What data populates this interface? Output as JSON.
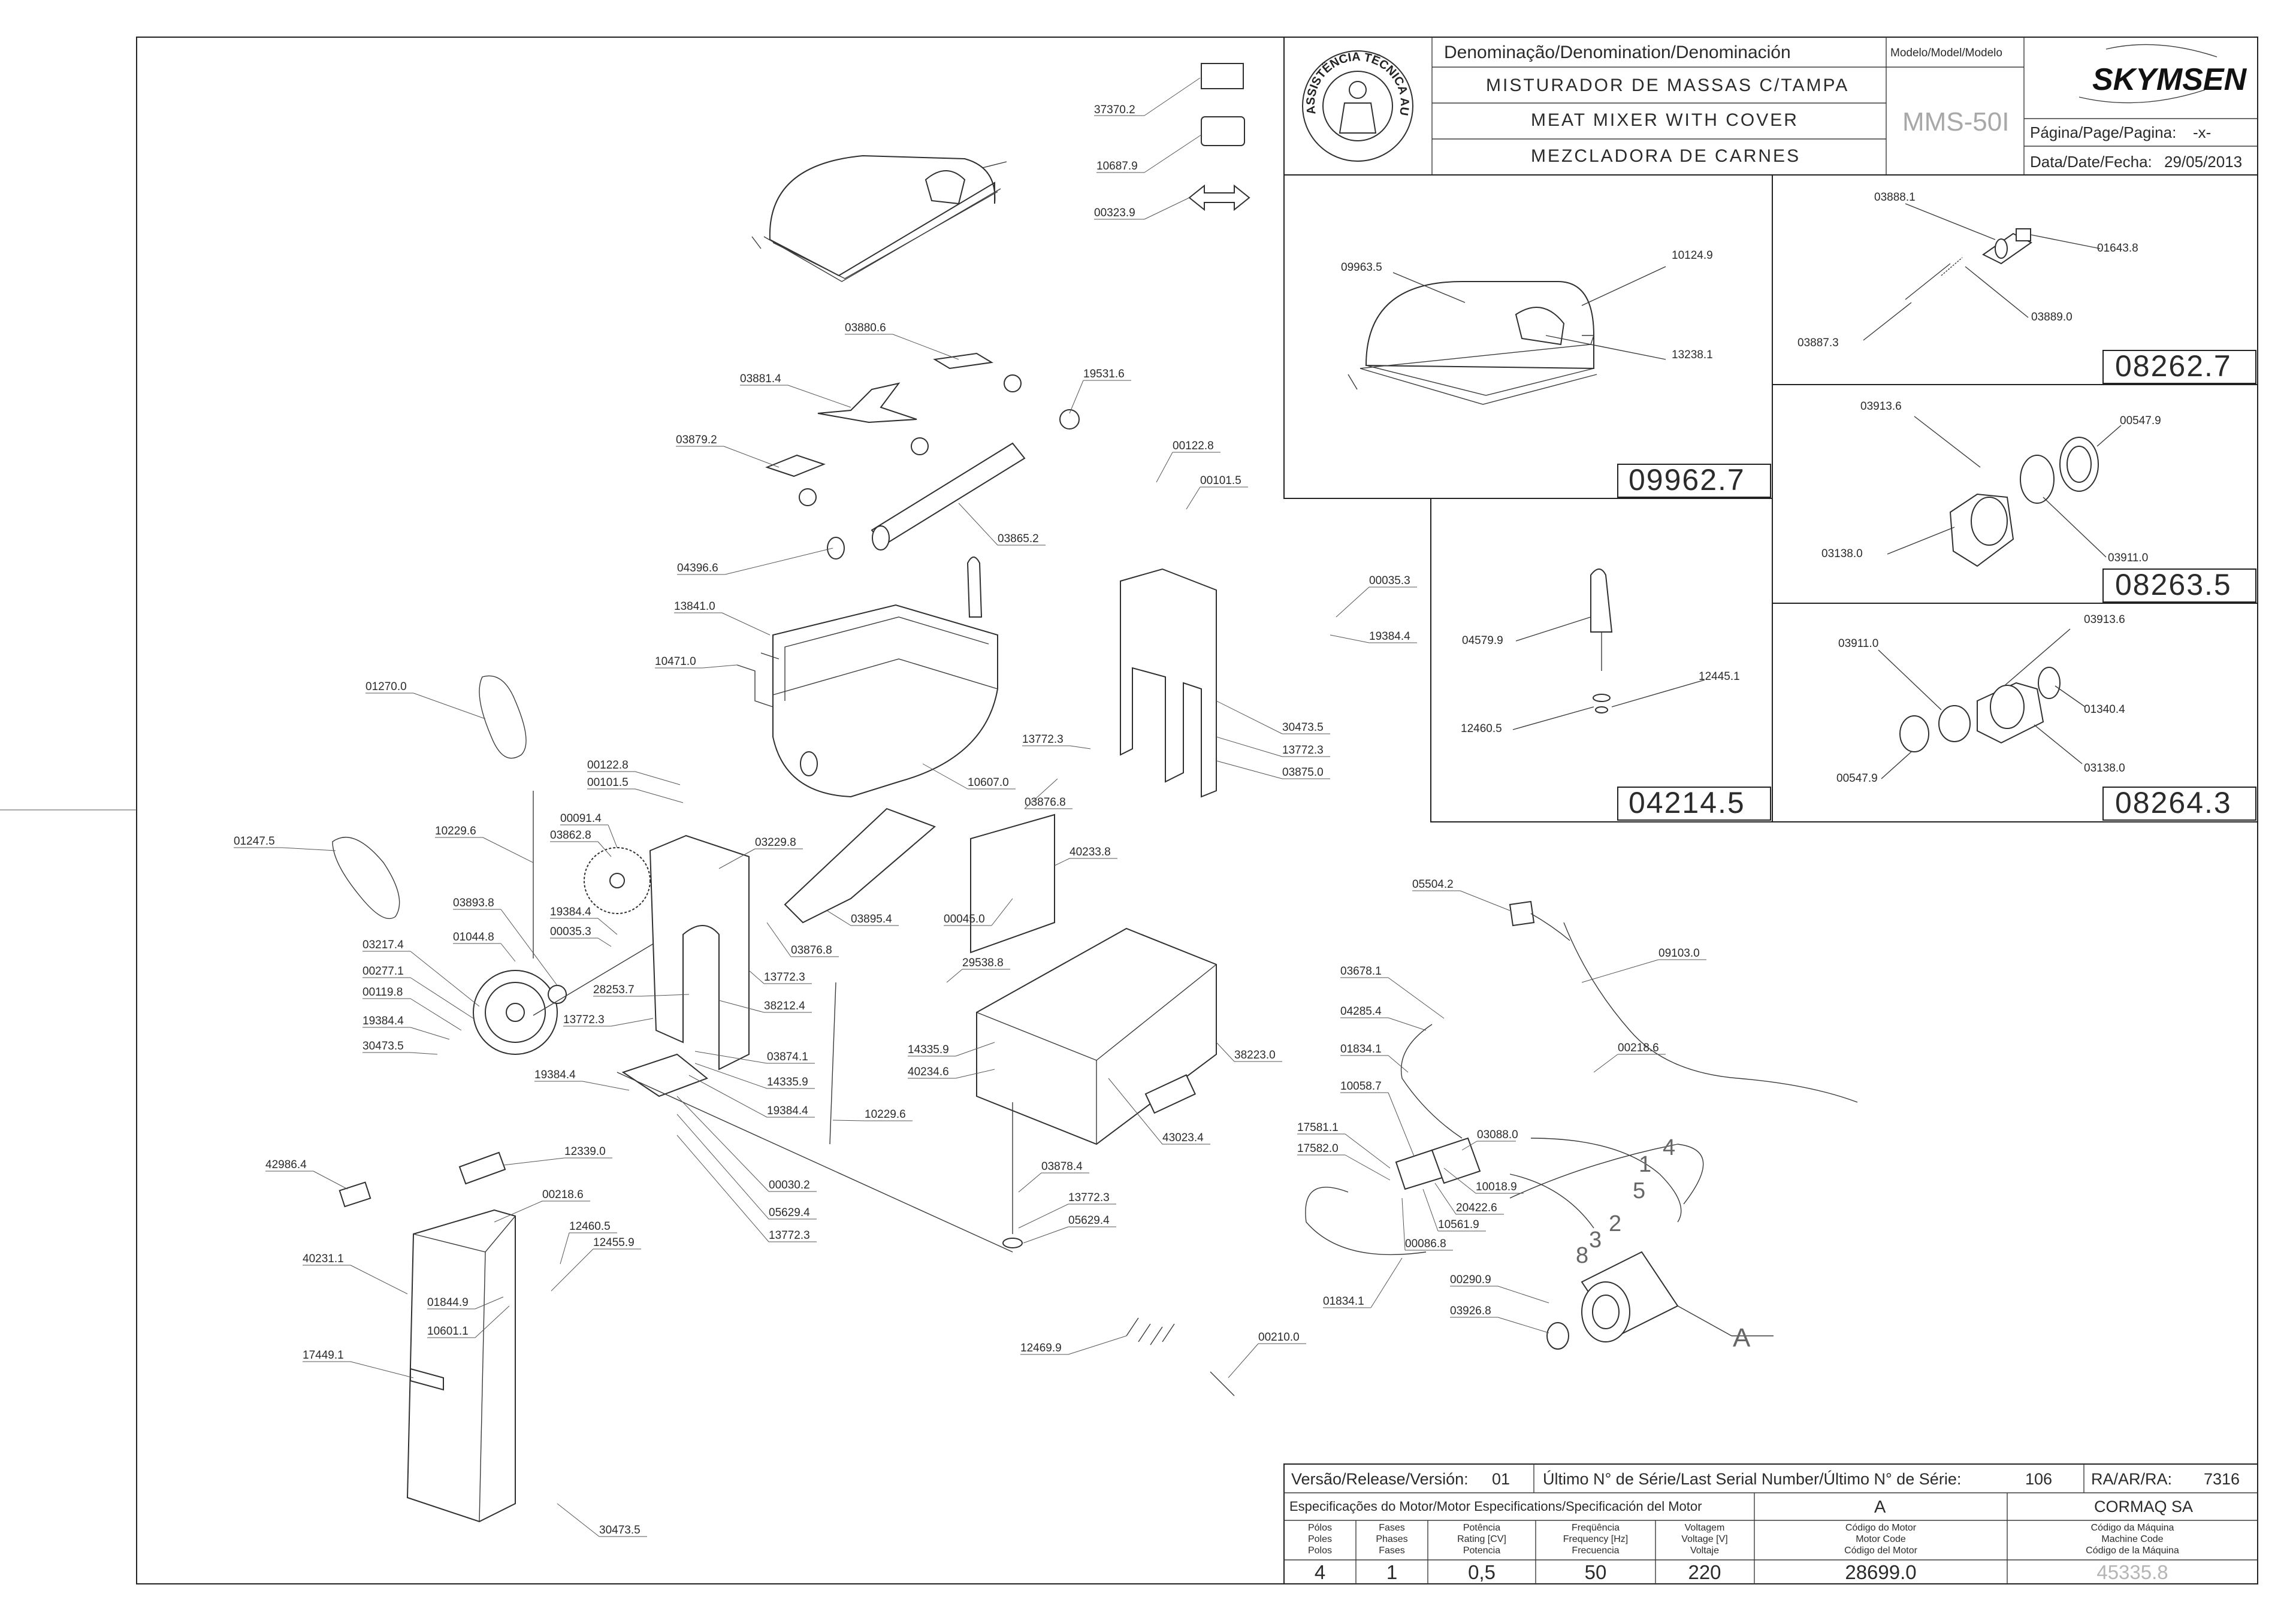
{
  "title_block": {
    "header": "Denominação/Denomination/Denominación",
    "model_header": "Modelo/Model/Modelo",
    "names": [
      "MISTURADOR DE MASSAS C/TAMPA",
      "MEAT MIXER WITH COVER",
      "MEZCLADORA DE CARNES"
    ],
    "model": "MMS-50I",
    "brand": "SKYMSEN",
    "page_label": "Página/Page/Pagina:",
    "page_value": "-x-",
    "date_label": "Data/Date/Fecha:",
    "date_value": "29/05/2013",
    "seal_text": "ASSISTÊNCIA TÉCNICA AUTORIZADA"
  },
  "sub_assemblies": [
    {
      "code": "09962.7",
      "parts": [
        "09963.5",
        "10124.9",
        "13238.1"
      ]
    },
    {
      "code": "08262.7",
      "parts": [
        "03888.1",
        "01643.8",
        "03889.0",
        "03887.3"
      ]
    },
    {
      "code": "08263.5",
      "parts": [
        "03913.6",
        "00547.9",
        "03138.0",
        "03911.0"
      ]
    },
    {
      "code": "04214.5",
      "parts": [
        "04579.9",
        "12445.1",
        "12460.5"
      ]
    },
    {
      "code": "08264.3",
      "parts": [
        "03911.0",
        "03913.6",
        "01340.4",
        "03138.0",
        "00547.9"
      ]
    }
  ],
  "callouts": [
    "37370.2",
    "10687.9",
    "00323.9",
    "03880.6",
    "03881.4",
    "19531.6",
    "03879.2",
    "00122.8",
    "00101.5",
    "04396.6",
    "03865.2",
    "13841.0",
    "10471.0",
    "00035.3",
    "19384.4",
    "01270.0",
    "30473.5",
    "13772.3",
    "03875.0",
    "13772.3",
    "10607.0",
    "03876.8",
    "00122.8",
    "00101.5",
    "00091.4",
    "03862.8",
    "10229.6",
    "03229.8",
    "40233.8",
    "01247.5",
    "03893.8",
    "19384.4",
    "00035.3",
    "01044.8",
    "03895.4",
    "00045.0",
    "03876.8",
    "03217.4",
    "00277.1",
    "00119.8",
    "19384.4",
    "30473.5",
    "28253.7",
    "13772.3",
    "13772.3",
    "38212.4",
    "29538.8",
    "03874.1",
    "14335.9",
    "19384.4",
    "14335.9",
    "40234.6",
    "38223.0",
    "19384.4",
    "10229.6",
    "43023.4",
    "42986.4",
    "12339.0",
    "00030.2",
    "05629.4",
    "13772.3",
    "03878.4",
    "13772.3",
    "05629.4",
    "00218.6",
    "12460.5",
    "12455.9",
    "40231.1",
    "01844.9",
    "10601.1",
    "17449.1",
    "30473.5",
    "12469.9",
    "00210.0",
    "05504.2",
    "09103.0",
    "03678.1",
    "04285.4",
    "00218.6",
    "01834.1",
    "10058.7",
    "03088.0",
    "17581.1",
    "17582.0",
    "10018.9",
    "20422.6",
    "10561.9",
    "00086.8",
    "01834.1",
    "00290.9",
    "03926.8"
  ],
  "wire_numbers": [
    "4",
    "1",
    "5",
    "2",
    "3",
    "8"
  ],
  "motor_label": "A",
  "footer": {
    "release_label": "Versão/Release/Versión:",
    "release_value": "01",
    "serial_label": "Último N° de Série/Last Serial Number/Último N° de Série:",
    "serial_value": "106",
    "ra_label": "RA/AR/RA:",
    "ra_value": "7316",
    "motor_spec_label": "Especificações do Motor/Motor Especifications/Specificación del Motor",
    "motor_letter": "A",
    "manufacturer": "CORMAQ SA",
    "columns": [
      {
        "label": [
          "Pólos",
          "Poles",
          "Polos"
        ],
        "value": "4"
      },
      {
        "label": [
          "Fases",
          "Phases",
          "Fases"
        ],
        "value": "1"
      },
      {
        "label": [
          "Potência",
          "Rating [CV]",
          "Potencia"
        ],
        "value": "0,5"
      },
      {
        "label": [
          "Freqüência",
          "Frequency [Hz]",
          "Frecuencia"
        ],
        "value": "50"
      },
      {
        "label": [
          "Voltagem",
          "Voltage [V]",
          "Voltaje"
        ],
        "value": "220"
      },
      {
        "label": [
          "Código do Motor",
          "Motor Code",
          "Código del Motor"
        ],
        "value": "28699.0"
      },
      {
        "label": [
          "Código da Máquina",
          "Machine Code",
          "Código de la Máquina"
        ],
        "value": "45335.8"
      }
    ]
  }
}
